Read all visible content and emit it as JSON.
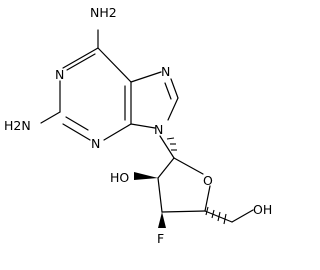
{
  "molecule": {
    "atom_labels": {
      "amino_top": "NH2",
      "amino_left": "H2N",
      "n1": "N",
      "n3": "N",
      "n7": "N",
      "n9": "N",
      "hydroxyl_2prime": "HO",
      "ring_oxygen": "O",
      "hydroxyl_5prime": "OH",
      "fluorine": "F"
    },
    "colors": {
      "bond": "#000000",
      "text": "#000000",
      "background": "#ffffff"
    }
  }
}
